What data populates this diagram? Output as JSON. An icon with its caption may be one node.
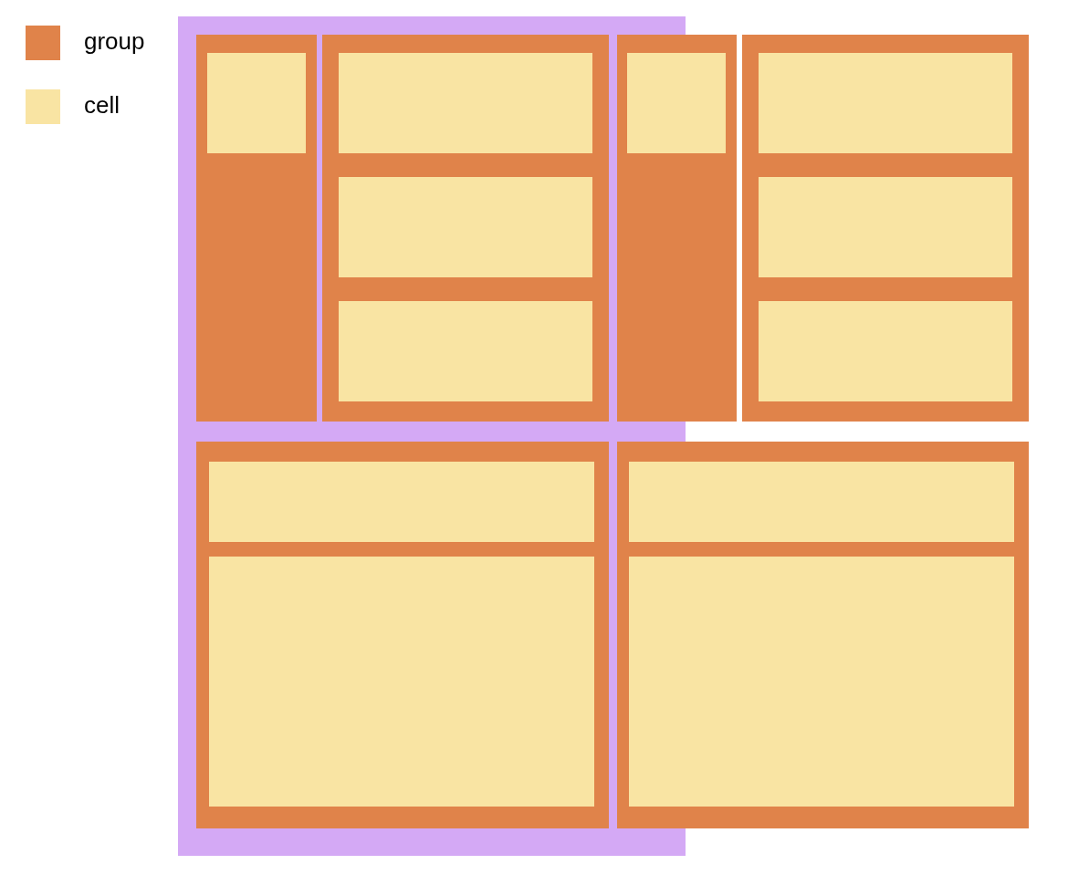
{
  "diagram": {
    "nodes": [
      {
        "text": [],
        "shape": "box"
      },
      {
        "text": [],
        "shape": "box",
        "in": 0
      },
      {
        "text": [],
        "shape": "box",
        "in": 1
      },
      {
        "text": [],
        "shape": "box",
        "in": 0
      },
      {
        "text": [],
        "shape": "box",
        "in": 3
      },
      {
        "text": [],
        "shape": "box",
        "in": 3
      },
      {
        "text": [],
        "shape": "box",
        "in": 3
      },
      {
        "text": [],
        "shape": "box"
      },
      {
        "text": [],
        "shape": "box",
        "in": 7
      },
      {
        "text": [],
        "shape": "box"
      },
      {
        "text": [],
        "shape": "box",
        "in": 9
      },
      {
        "text": [],
        "shape": "box",
        "in": 9
      },
      {
        "text": [],
        "shape": "box",
        "in": 9
      },
      {
        "text": [],
        "shape": "box",
        "in": 0
      },
      {
        "text": [],
        "shape": "box",
        "in": 13
      },
      {
        "text": [],
        "shape": "box",
        "in": 13
      },
      {
        "text": [],
        "shape": "box"
      },
      {
        "text": [],
        "shape": "box",
        "in": 16
      },
      {
        "text": [],
        "shape": "box",
        "in": 16
      }
    ],
    "legend": [
      {
        "text": "group",
        "color": "#e0834a"
      },
      {
        "text": "cell",
        "color": "#f9e4a3"
      }
    ]
  }
}
